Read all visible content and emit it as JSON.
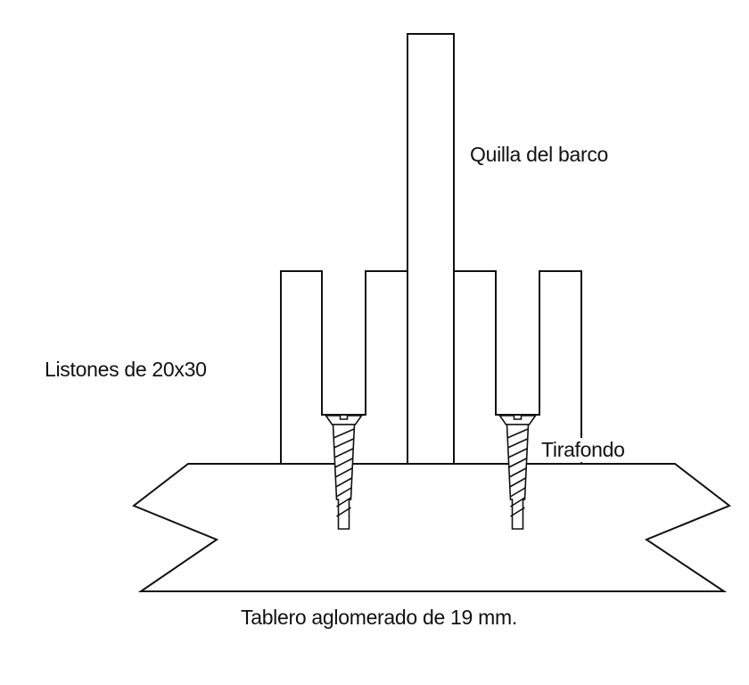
{
  "labels": {
    "keel": "Quilla del barco",
    "battens": "Listones de 20x30",
    "screw": "Tirafondo",
    "board": "Tablero aglomerado de 19 mm."
  },
  "colors": {
    "stroke": "#111111",
    "background": "#ffffff"
  }
}
